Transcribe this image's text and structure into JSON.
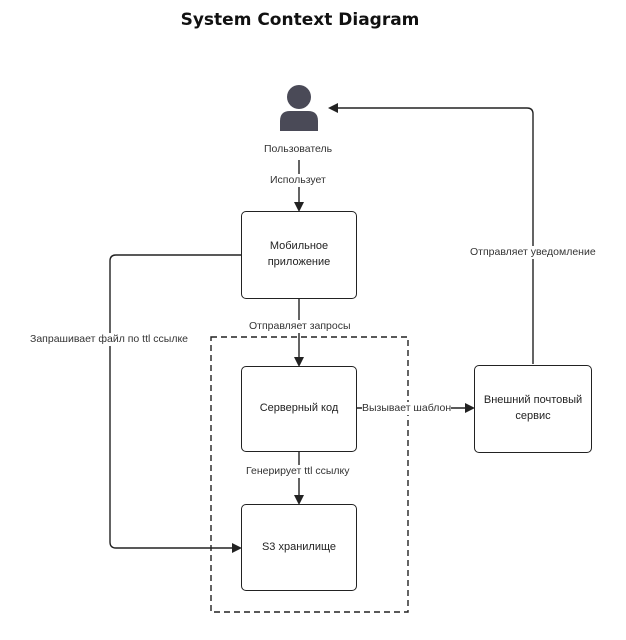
{
  "title": "System Context Diagram",
  "actor": {
    "label": "Пользователь",
    "icon": "user-icon"
  },
  "boxes": {
    "mobile_app": "Мобильное приложение",
    "server_code": "Серверный код",
    "s3": "S3 хранилище",
    "mail_service": "Внешний почтовый сервис"
  },
  "edges": {
    "uses": "Использует",
    "sends_requests": "Отправляет запросы",
    "requests_file": "Запрашивает файл по ttl ссылке",
    "generates_link": "Генерирует ttl ссылку",
    "calls_template": "Вызывает шаблон",
    "sends_notification": "Отправляет уведомление"
  },
  "colors": {
    "stroke": "#222222",
    "actor": "#4a4a57"
  }
}
